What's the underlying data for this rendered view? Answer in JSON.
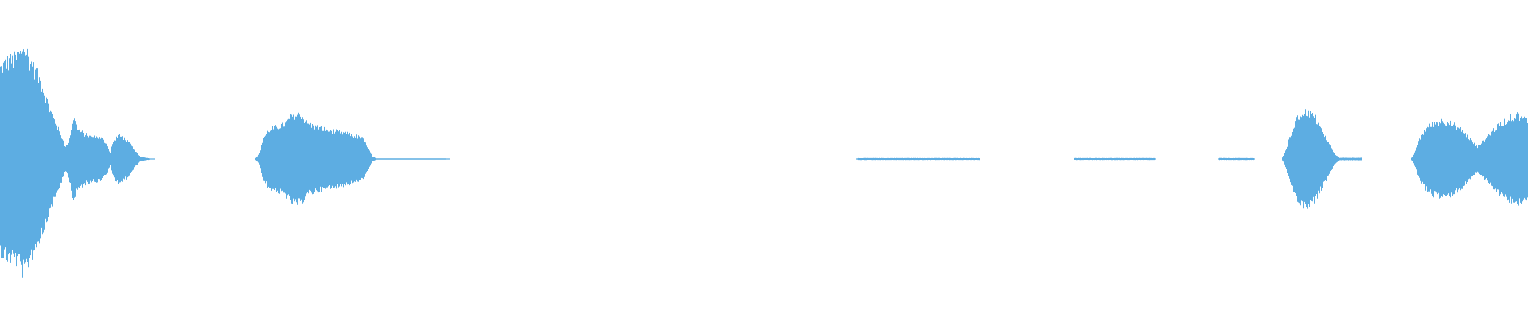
{
  "waveform": {
    "color": "#5dade2",
    "background": "#ffffff",
    "envelope": [
      [
        0,
        0.62
      ],
      [
        8,
        0.66
      ],
      [
        18,
        0.68
      ],
      [
        25,
        0.72
      ],
      [
        30,
        0.78
      ],
      [
        35,
        0.7
      ],
      [
        40,
        0.64
      ],
      [
        48,
        0.56
      ],
      [
        55,
        0.46
      ],
      [
        62,
        0.34
      ],
      [
        70,
        0.24
      ],
      [
        78,
        0.14
      ],
      [
        82,
        0.08
      ],
      [
        86,
        0.12
      ],
      [
        92,
        0.28
      ],
      [
        98,
        0.2
      ],
      [
        106,
        0.17
      ],
      [
        114,
        0.15
      ],
      [
        122,
        0.15
      ],
      [
        128,
        0.14
      ],
      [
        134,
        0.1
      ],
      [
        138,
        0.04
      ],
      [
        142,
        0.12
      ],
      [
        148,
        0.16
      ],
      [
        154,
        0.15
      ],
      [
        162,
        0.11
      ],
      [
        170,
        0.05
      ],
      [
        176,
        0.015
      ],
      [
        185,
        0.006
      ],
      [
        195,
        0
      ],
      [
        320,
        0
      ],
      [
        326,
        0.04
      ],
      [
        330,
        0.14
      ],
      [
        338,
        0.2
      ],
      [
        348,
        0.22
      ],
      [
        358,
        0.24
      ],
      [
        368,
        0.3
      ],
      [
        378,
        0.3
      ],
      [
        386,
        0.24
      ],
      [
        396,
        0.22
      ],
      [
        410,
        0.2
      ],
      [
        430,
        0.18
      ],
      [
        445,
        0.16
      ],
      [
        455,
        0.14
      ],
      [
        462,
        0.08
      ],
      [
        467,
        0.02
      ],
      [
        472,
        0.004
      ],
      [
        560,
        0.004
      ],
      [
        565,
        0
      ],
      [
        1075,
        0
      ],
      [
        1078,
        0.006
      ],
      [
        1230,
        0.006
      ],
      [
        1232,
        0
      ],
      [
        1348,
        0
      ],
      [
        1350,
        0.006
      ],
      [
        1450,
        0.006
      ],
      [
        1452,
        0
      ],
      [
        1530,
        0
      ],
      [
        1532,
        0.006
      ],
      [
        1575,
        0.006
      ],
      [
        1577,
        0
      ],
      [
        1610,
        0
      ],
      [
        1614,
        0.04
      ],
      [
        1620,
        0.14
      ],
      [
        1628,
        0.26
      ],
      [
        1636,
        0.32
      ],
      [
        1644,
        0.32
      ],
      [
        1652,
        0.28
      ],
      [
        1660,
        0.2
      ],
      [
        1668,
        0.12
      ],
      [
        1676,
        0.04
      ],
      [
        1682,
        0.008
      ],
      [
        1710,
        0.008
      ],
      [
        1712,
        0
      ],
      [
        1772,
        0
      ],
      [
        1776,
        0.03
      ],
      [
        1782,
        0.12
      ],
      [
        1790,
        0.2
      ],
      [
        1800,
        0.24
      ],
      [
        1812,
        0.26
      ],
      [
        1824,
        0.24
      ],
      [
        1836,
        0.2
      ],
      [
        1846,
        0.14
      ],
      [
        1856,
        0.08
      ],
      [
        1866,
        0.14
      ],
      [
        1876,
        0.2
      ],
      [
        1886,
        0.24
      ],
      [
        1896,
        0.28
      ],
      [
        1906,
        0.3
      ],
      [
        1914,
        0.28
      ],
      [
        1920,
        0.26
      ]
    ]
  }
}
